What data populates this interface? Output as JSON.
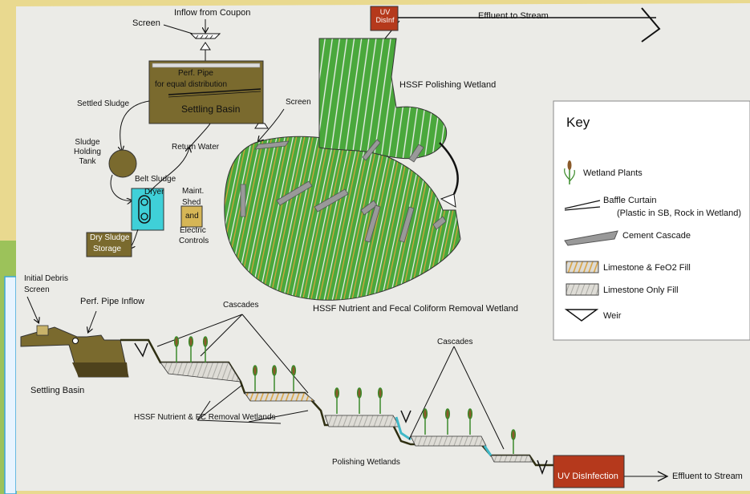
{
  "top": {
    "inflow_from_coupon": "Inflow from Coupon",
    "screen_top": "Screen",
    "uv_disinf": "UV\nDisInf",
    "effluent_top": "Effluent to Stream",
    "perf_pipe": "Perf. Pipe",
    "equal_distribution": "for equal distribution",
    "settling_basin": "Settling Basin",
    "settled_sludge": "Settled Sludge",
    "sludge_holding_tank": "Sludge\nHolding\nTank",
    "return_water": "Return Water",
    "belt_sludge_dryer_1": "Belt Sludge",
    "belt_sludge_dryer_2": "Dryer",
    "maint_shed_1": "Maint.",
    "maint_shed_2": "Shed",
    "maint_shed_3": "and",
    "maint_shed_4": "Electric",
    "maint_shed_5": "Controls",
    "dry_sludge_1": "Dry Sludge",
    "dry_sludge_2": "Storage",
    "screen_mid": "Screen",
    "hssf_polishing": "HSSF Polishing Wetland",
    "hssf_nutrient": "HSSF Nutrient and Fecal Coliform Removal Wetland"
  },
  "key": {
    "title": "Key",
    "wetland_plants": "Wetland Plants",
    "baffle_curtain": "Baffle Curtain",
    "baffle_curtain_note": "(Plastic in SB, Rock in Wetland)",
    "cement_cascade": "Cement Cascade",
    "limestone_feo2": "Limestone & FeO2 Fill",
    "limestone_only": "Limestone Only Fill",
    "weir": "Weir"
  },
  "profile": {
    "initial_debris": "Initial Debris",
    "screen": "Screen",
    "perf_pipe_inflow": "Perf. Pipe Inflow",
    "cascades_1": "Cascades",
    "cascades_2": "Cascades",
    "settling_basin": "Settling Basin",
    "hssf_nutrient_fc": "HSSF Nutrient & FC Removal Wetlands",
    "polishing_wetlands": "Polishing Wetlands",
    "uv_disinfection": "UV DisInfection",
    "effluent_bottom": "Effluent to Stream"
  },
  "colors": {
    "background": "#e9d98f",
    "panel": "#ebebe7",
    "wetland_green": "#4aa83c",
    "basin_brown": "#7a6a2e",
    "uv_red": "#b5391c",
    "dryer_cyan": "#3fd0d8",
    "limestone_fill": "#d8d8d2",
    "feo2_fill": "#d9a03a"
  }
}
